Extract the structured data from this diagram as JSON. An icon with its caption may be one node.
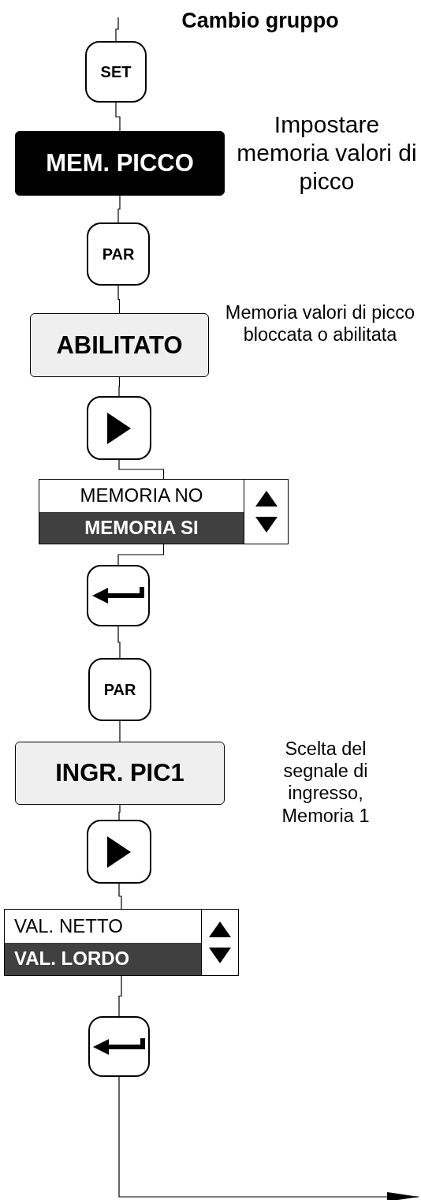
{
  "diagram": {
    "title": "Cambio gruppo",
    "nodes": [
      {
        "text": [
          "SET"
        ]
      },
      {
        "text": [
          "MEM. PICCO"
        ],
        "beside": [
          "Impostare memoria valori di picco"
        ]
      },
      {
        "text": [
          "PAR"
        ]
      },
      {
        "text": [
          "ABILITATO"
        ],
        "beside": [
          "Memoria valori di picco bloccata o abilitata"
        ]
      },
      {
        "text": [],
        "shape": "box"
      },
      {
        "text": [
          "MEMORIA NO",
          "MEMORIA SI"
        ]
      },
      {
        "text": [],
        "shape": "box"
      },
      {
        "text": [
          "PAR"
        ]
      },
      {
        "text": [
          "INGR. PIC1"
        ],
        "beside": [
          "Scelta del segnale di ingresso, Memoria 1"
        ]
      },
      {
        "text": [],
        "shape": "box"
      },
      {
        "text": [
          "VAL. NETTO",
          "VAL. LORDO"
        ]
      },
      {
        "text": [],
        "shape": "box"
      }
    ],
    "edges": [
      {
        "from": null,
        "to": 0,
        "arrow": "none"
      },
      {
        "from": 0,
        "to": 1,
        "arrow": "none"
      },
      {
        "from": 1,
        "to": 2,
        "arrow": "none"
      },
      {
        "from": 2,
        "to": 3,
        "arrow": "none"
      },
      {
        "from": 3,
        "to": 4,
        "arrow": "none"
      },
      {
        "from": 4,
        "to": 5,
        "arrow": "none"
      },
      {
        "from": 5,
        "to": 6,
        "arrow": "none"
      },
      {
        "from": 6,
        "to": 7,
        "arrow": "none"
      },
      {
        "from": 7,
        "to": 8,
        "arrow": "none"
      },
      {
        "from": 8,
        "to": 9,
        "arrow": "none"
      },
      {
        "from": 9,
        "to": 10,
        "arrow": "none"
      },
      {
        "from": 10,
        "to": 11,
        "arrow": "none"
      },
      {
        "from": 11,
        "to": null,
        "arrow": "to"
      }
    ]
  }
}
